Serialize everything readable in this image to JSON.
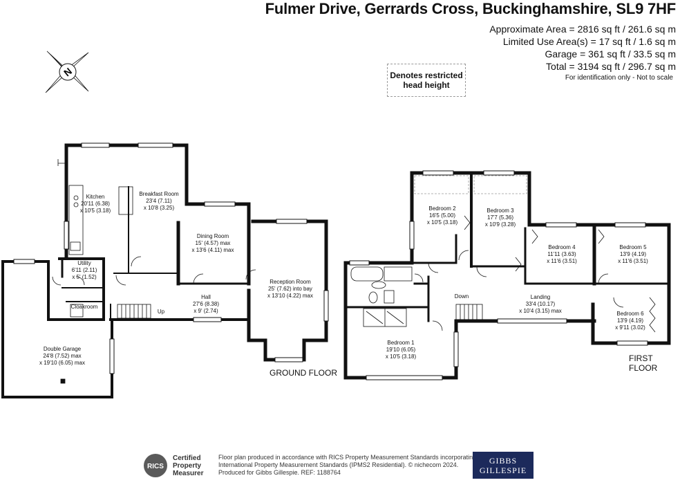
{
  "header": {
    "title": "Fulmer Drive, Gerrards Cross, Buckinghamshire, SL9 7HF",
    "areas": [
      "Approximate Area = 2816 sq ft / 261.6 sq m",
      "Limited Use Area(s) = 17 sq ft / 1.6 sq m",
      "Garage = 361 sq ft / 33.5 sq m",
      "Total = 3194 sq ft / 296.7 sq m"
    ],
    "note": "For identification only - Not to scale"
  },
  "legend": {
    "restricted_line1": "Denotes restricted",
    "restricted_line2": "head height"
  },
  "compass": {
    "letter": "N"
  },
  "ground_floor": {
    "label": "GROUND FLOOR",
    "rooms": {
      "kitchen": {
        "name": "Kitchen",
        "dim1": "20'11 (6.38)",
        "dim2": "x 10'5 (3.18)"
      },
      "breakfast": {
        "name": "Breakfast Room",
        "dim1": "23'4 (7.11)",
        "dim2": "x 10'8 (3.25)"
      },
      "dining": {
        "name": "Dining Room",
        "dim1": "15' (4.57) max",
        "dim2": "x 13'6 (4.11) max"
      },
      "utility": {
        "name": "Utility",
        "dim1": "6'11 (2.11)",
        "dim2": "x 5' (1.52)"
      },
      "cloakroom": {
        "name": "Cloakroom"
      },
      "hall": {
        "name": "Hall",
        "dim1": "27'6 (8.38)",
        "dim2": "x 9' (2.74)"
      },
      "reception": {
        "name": "Reception Room",
        "dim1": "25' (7.62) into bay",
        "dim2": "x 13'10 (4.22) max"
      },
      "garage": {
        "name": "Double Garage",
        "dim1": "24'8 (7.52) max",
        "dim2": "x 19'10 (6.05) max"
      }
    },
    "stairs_label": "Up"
  },
  "first_floor": {
    "label": "FIRST FLOOR",
    "rooms": {
      "bed2": {
        "name": "Bedroom 2",
        "dim1": "16'5 (5.00)",
        "dim2": "x 10'5 (3.18)"
      },
      "bed3": {
        "name": "Bedroom 3",
        "dim1": "17'7 (5.36)",
        "dim2": "x 10'9 (3.28)"
      },
      "bed4": {
        "name": "Bedroom 4",
        "dim1": "11'11 (3.63)",
        "dim2": "x 11'6 (3.51)"
      },
      "bed5": {
        "name": "Bedroom 5",
        "dim1": "13'9 (4.19)",
        "dim2": "x 11'6 (3.51)"
      },
      "bed6": {
        "name": "Bedroom 6",
        "dim1": "13'9 (4.19)",
        "dim2": "x 9'11 (3.02)"
      },
      "bed1": {
        "name": "Bedroom 1",
        "dim1": "19'10 (6.05)",
        "dim2": "x 10'5 (3.18)"
      },
      "landing": {
        "name": "Landing",
        "dim1": "33'4 (10.17)",
        "dim2": "x 10'4 (3.15) max"
      }
    },
    "stairs_label": "Down"
  },
  "footer": {
    "rics_line1": "Certified",
    "rics_line2": "Property",
    "rics_line3": "Measurer",
    "rics_badge": "RICS",
    "text_line1": "Floor plan produced in accordance with RICS Property Measurement Standards incorporating",
    "text_line2": "International Property Measurement Standards (IPMS2 Residential).  © nichecom 2024.",
    "text_line3": "Produced for Gibbs Gillespie.   REF:  1188764",
    "brand_line1": "GIBBS",
    "brand_line2": "GILLESPIE"
  }
}
